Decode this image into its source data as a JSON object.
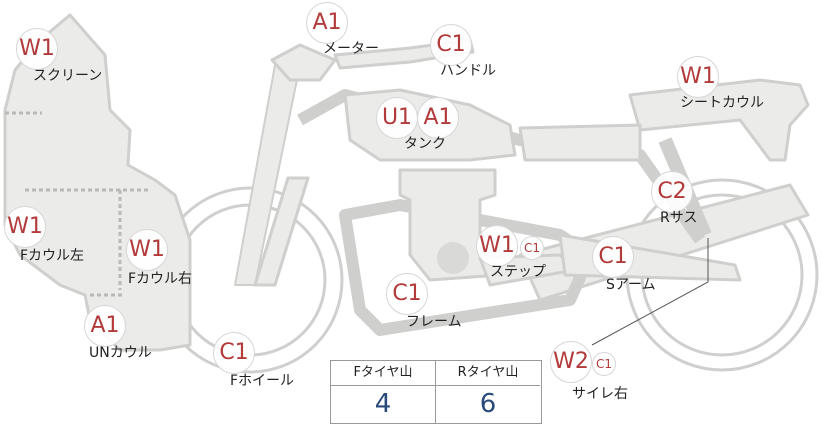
{
  "parts": [
    {
      "id": "screen",
      "label": "スクリーン",
      "codes": [
        "W1"
      ]
    },
    {
      "id": "meter",
      "label": "メーター",
      "codes": [
        "A1"
      ]
    },
    {
      "id": "handle",
      "label": "ハンドル",
      "codes": [
        "C1"
      ]
    },
    {
      "id": "seat-cowl",
      "label": "シートカウル",
      "codes": [
        "W1"
      ]
    },
    {
      "id": "tank",
      "label": "タンク",
      "codes": [
        "U1",
        "A1"
      ]
    },
    {
      "id": "r-sus",
      "label": "Rサス",
      "codes": [
        "C2"
      ]
    },
    {
      "id": "f-cowl-left",
      "label": "Fカウル左",
      "codes": [
        "W1"
      ]
    },
    {
      "id": "f-cowl-right",
      "label": "Fカウル右",
      "codes": [
        "W1"
      ]
    },
    {
      "id": "step",
      "label": "ステップ",
      "codes": [
        "W1",
        "C1"
      ]
    },
    {
      "id": "s-arm",
      "label": "Sアーム",
      "codes": [
        "C1"
      ]
    },
    {
      "id": "frame",
      "label": "フレーム",
      "codes": [
        "C1"
      ]
    },
    {
      "id": "un-cowl",
      "label": "UNカウル",
      "codes": [
        "A1"
      ]
    },
    {
      "id": "f-wheel",
      "label": "Fホイール",
      "codes": [
        "C1"
      ]
    },
    {
      "id": "sairei-right",
      "label": "サイレ右",
      "codes": [
        "W2",
        "C1"
      ]
    }
  ],
  "tire_tread": {
    "front_label": "Fタイヤ山",
    "front_value": "4",
    "rear_label": "Rタイヤ山",
    "rear_value": "6"
  },
  "colors": {
    "part_fill": "#ebebea",
    "part_stroke": "#cfcfcd",
    "badge_text": "#b23a3a",
    "value_text": "#2a4a7a"
  }
}
